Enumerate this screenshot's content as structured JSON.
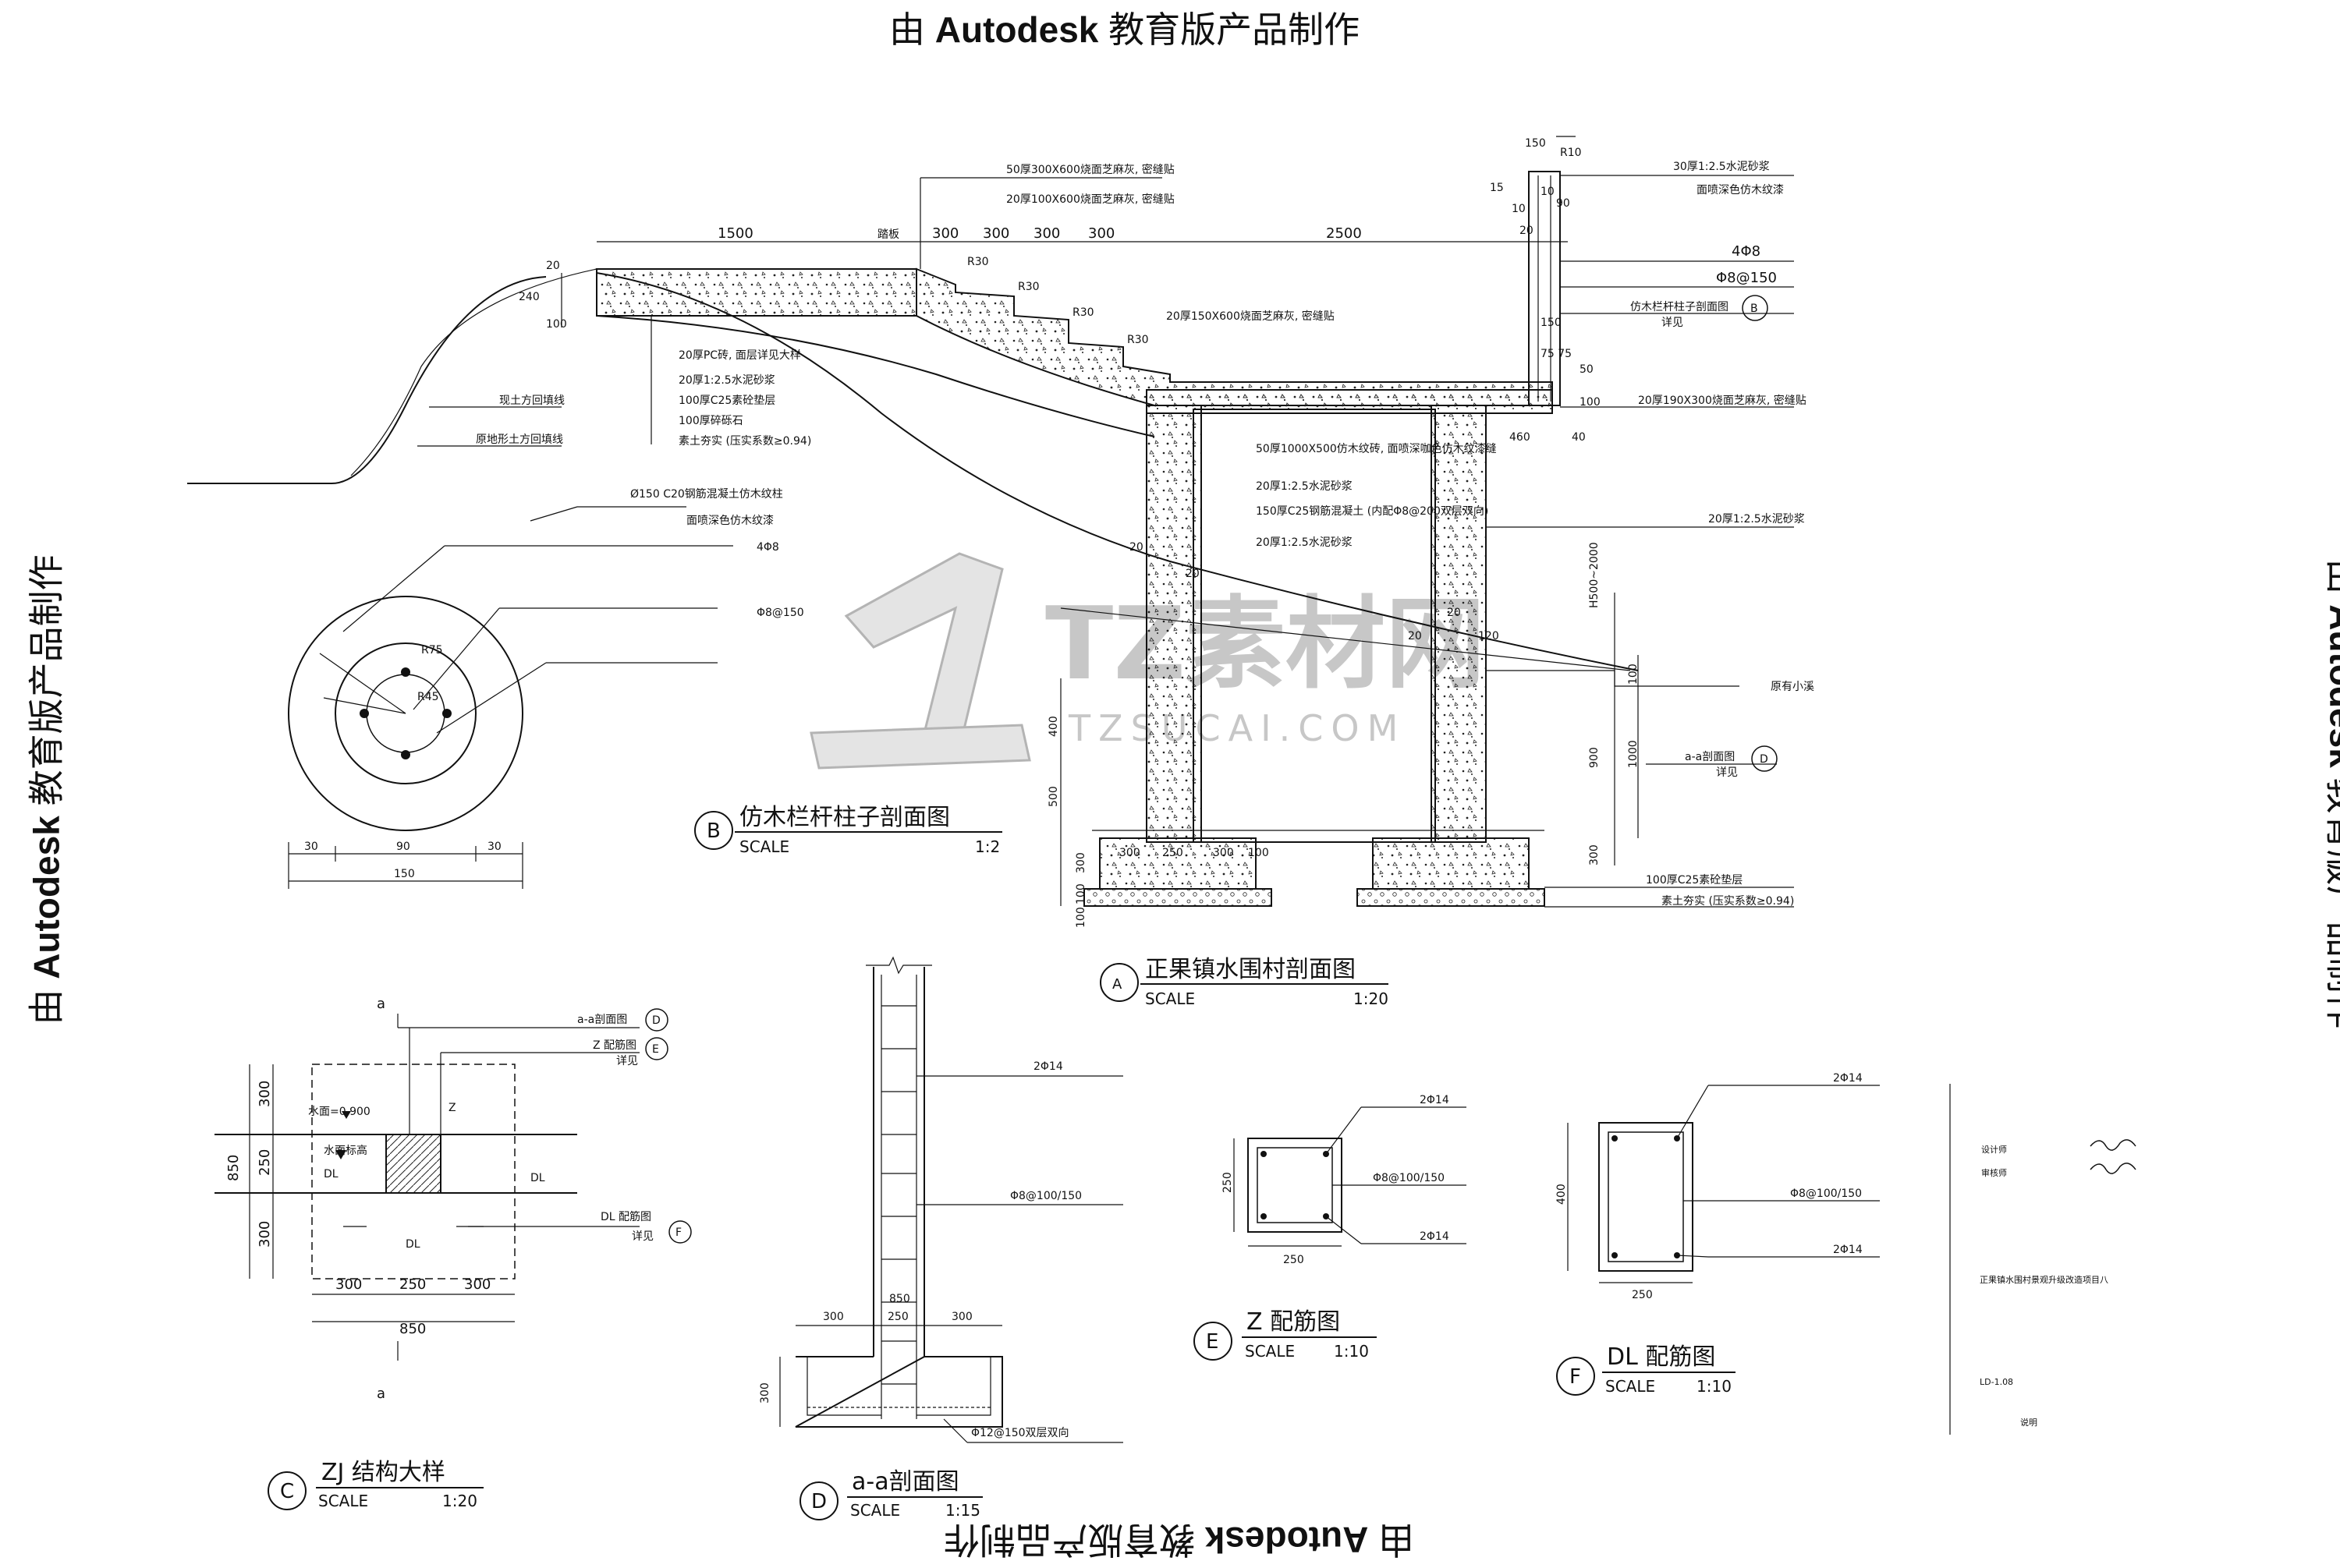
{
  "watermark": {
    "prefix": "由 ",
    "brand": "Autodesk",
    "suffix": " 教育版产品制作"
  },
  "logo": {
    "mark": "1",
    "text": "TZ素材网",
    "url": "TZSUCAI.COM"
  },
  "section_a": {
    "title": "正果镇水围村剖面图",
    "letter": "A",
    "scale_label": "SCALE",
    "scale": "1:20",
    "dims_top": [
      "1500",
      "踏板",
      "300",
      "300",
      "300",
      "300",
      "2500"
    ],
    "notes_top": [
      "50厚300X600烧面芝麻灰, 密缝贴",
      "20厚100X600烧面芝麻灰, 密缝贴"
    ],
    "step_radii": [
      "R30",
      "R30",
      "R30",
      "R30"
    ],
    "step_note": "20厚150X600烧面芝麻灰, 密缝贴",
    "left_dims": [
      "20",
      "240",
      "100"
    ],
    "ground_notes": [
      "现土方回填线",
      "原地形土方回填线"
    ],
    "layers": [
      "20厚PC砖, 面层详见大样",
      "20厚1:2.5水泥砂浆",
      "100厚C25素砼垫层",
      "100厚碎砾石",
      "素土夯实 (压实系数≥0.94)"
    ],
    "wall_notes": [
      "50厚1000X500仿木纹砖, 面喷深咖色仿木纹漆缝",
      "20厚1:2.5水泥砂浆",
      "150厚C25钢筋混凝土 (内配Φ8@200双层双向)",
      "20厚1:2.5水泥砂浆"
    ],
    "rail_top": [
      "150",
      "R10",
      "15",
      "10",
      "10",
      "20",
      "90"
    ],
    "rail_notes": [
      "30厚1:2.5水泥砂浆",
      "面喷深色仿木纹漆",
      "4Φ8",
      "Φ8@150",
      "仿木栏杆柱子剖面图",
      "详见"
    ],
    "rail_dims": [
      "150",
      "75 75",
      "50",
      "100"
    ],
    "right_notes": [
      "20厚190X300烧面芝麻灰, 密缝贴",
      "20厚1:2.5水泥砂浆"
    ],
    "right_dims": [
      "460",
      "40",
      "H500~2000",
      "100",
      "900",
      "1000",
      "300"
    ],
    "river": "原有小溪",
    "detail_d": "a-a剖面图",
    "detail_d_see": "详见",
    "base_notes": [
      "100厚C25素砼垫层",
      "素土夯实 (压实系数≥0.94)"
    ],
    "left_elev": [
      "400",
      "500",
      "300",
      "100",
      "100"
    ],
    "base_dims": [
      "300",
      "250",
      "300",
      "100"
    ],
    "inner": [
      "20",
      "20",
      "20",
      "20",
      "120"
    ]
  },
  "section_b": {
    "title": "仿木栏杆柱子剖面图",
    "letter": "B",
    "scale_label": "SCALE",
    "scale": "1:2",
    "note1": "Ø150 C20钢筋混凝土仿木纹柱",
    "note1b": "面喷深色仿木纹漆",
    "rebar": "4Φ8",
    "stirrup": "Φ8@150",
    "radii": [
      "R75",
      "R45"
    ],
    "dims": [
      "30",
      "90",
      "30",
      "150"
    ]
  },
  "section_c": {
    "title": "ZJ 结构大样",
    "letter": "C",
    "scale_label": "SCALE",
    "scale": "1:20",
    "cut": "a",
    "water_level": "水面=0.900",
    "water_label": "水面标高",
    "z": "Z",
    "dl": "DL",
    "callouts": [
      "a-a剖面图",
      "Z 配筋图",
      "详见",
      "DL 配筋图",
      "详见"
    ],
    "vdims": [
      "300",
      "250",
      "300",
      "850"
    ],
    "hdims": [
      "300",
      "250",
      "300",
      "850"
    ]
  },
  "section_d": {
    "title": "a-a剖面图",
    "letter": "D",
    "scale_label": "SCALE",
    "scale": "1:15",
    "rebar": "2Φ14",
    "stirrup": "Φ8@100/150",
    "dims": [
      "850",
      "300",
      "250",
      "300",
      "300"
    ],
    "base_rebar": "Φ12@150双层双向"
  },
  "section_e": {
    "title": "Z 配筋图",
    "letter": "E",
    "scale_label": "SCALE",
    "scale": "1:10",
    "top": "2Φ14",
    "stirrup": "Φ8@100/150",
    "bottom": "2Φ14",
    "w": "250",
    "h": "250"
  },
  "section_f": {
    "title": "DL 配筋图",
    "letter": "F",
    "scale_label": "SCALE",
    "scale": "1:10",
    "top": "2Φ14",
    "stirrup": "Φ8@100/150",
    "bottom": "2Φ14",
    "w": "250",
    "h": "400"
  },
  "titleblock": {
    "designer": "设计师",
    "checker": "审核师",
    "drawing_name": "正果镇水围村景观升级改造项目八",
    "number": "LD-1.08",
    "note": "说明"
  }
}
